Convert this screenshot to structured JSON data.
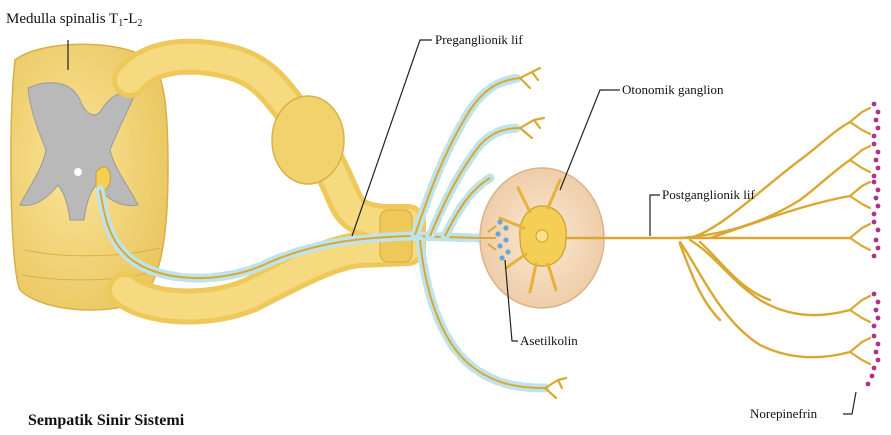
{
  "title": "Sempatik Sinir Sistemi",
  "labels": {
    "spinal_cord_main": "Medulla spinalis T",
    "spinal_cord_sub1": "1",
    "spinal_cord_dash": "-L",
    "spinal_cord_sub2": "2",
    "preganglionic": "Preganglionik lif",
    "ganglion": "Otonomik ganglion",
    "postganglionic": "Postganglionik lif",
    "acetylcholine": "Asetilkolin",
    "norepinephrine": "Norepinefrin"
  },
  "colors": {
    "nerve": "#f0cd5a",
    "nerve_dark": "#c9a02e",
    "myelin": "#bfe3ea",
    "gray_matter": "#b9b9b9",
    "ganglion": "#f6dcc0",
    "vesicle_blue": "#6aa7d8",
    "vesicle_magenta": "#b0308e"
  }
}
